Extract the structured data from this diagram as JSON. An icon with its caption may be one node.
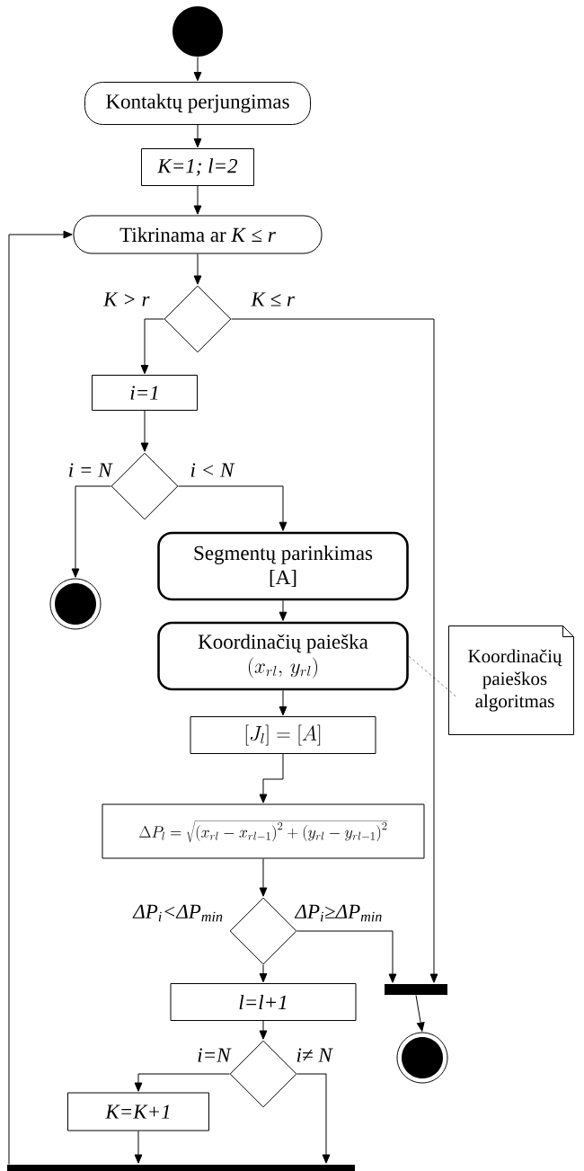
{
  "diagram": {
    "nodes": [
      {
        "text": [],
        "shape": "circle"
      },
      {
        "text": [
          "Kontaktų perjungimas"
        ]
      },
      {
        "text": [
          "K=1; l=2"
        ]
      },
      {
        "text": [
          "Tikrinama ar *K* ≤ *r*"
        ]
      },
      {
        "text": [],
        "shape": "diamond"
      },
      {
        "text": [
          "i=1"
        ]
      },
      {
        "text": [],
        "shape": "diamond"
      },
      {
        "text": [],
        "shape": "circle"
      },
      {
        "text": [
          "Segmentų parinkimas",
          "[A]"
        ]
      },
      {
        "text": [
          "Koordinačių paieška",
          "(x_{rl},\\, y_{rl})"
        ]
      },
      {
        "text": [
          "\\left[J_l\\right]=\\left[A\\right]"
        ]
      },
      {
        "text": [
          "\\Delta P_l=\\sqrt{\\left(x_{rl}-x_{rl-1}\\right)^2+\\left(y_{rl}-y_{rl-1}\\right)^2}"
        ]
      },
      {
        "text": [],
        "shape": "diamond"
      },
      {
        "text": [
          "l=l+1"
        ]
      },
      {
        "text": [],
        "shape": "diamond"
      },
      {
        "text": [
          "K=K+1"
        ]
      },
      {
        "text": [],
        "shape": "bar"
      },
      {
        "text": [],
        "shape": "bar"
      },
      {
        "text": [],
        "shape": "circle"
      },
      {
        "text": [
          "Koordinačių paieškos algoritmas"
        ]
      }
    ],
    "edges": [
      {
        "from": 0,
        "to": 1,
        "arrow": "to"
      },
      {
        "from": 1,
        "to": 2,
        "arrow": "to"
      },
      {
        "from": 2,
        "to": 3,
        "arrow": "to"
      },
      {
        "from": 3,
        "to": 4,
        "arrow": "to"
      },
      {
        "from": 4,
        "to": 5,
        "arrow": "to",
        "label": "K > r"
      },
      {
        "from": 4,
        "to": 17,
        "arrow": "to",
        "label": "K ≤ r"
      },
      {
        "from": 5,
        "to": 6,
        "arrow": "to"
      },
      {
        "from": 6,
        "to": 7,
        "arrow": "to",
        "label": "i = N"
      },
      {
        "from": 6,
        "to": 8,
        "arrow": "to",
        "label": "i < N"
      },
      {
        "from": 8,
        "to": 9,
        "arrow": "to"
      },
      {
        "from": 9,
        "to": 10,
        "arrow": "to"
      },
      {
        "from": 10,
        "to": 11,
        "arrow": "to"
      },
      {
        "from": 11,
        "to": 12,
        "arrow": "to"
      },
      {
        "from": 12,
        "to": 13,
        "arrow": "to",
        "label": "ΔP$_{i}$<ΔP$_{min}$"
      },
      {
        "from": 12,
        "to": 17,
        "arrow": "to",
        "label": "ΔP$_{i}$≥ΔP$_{min}$"
      },
      {
        "from": 13,
        "to": 14,
        "arrow": "to"
      },
      {
        "from": 14,
        "to": 15,
        "arrow": "to",
        "label": "i=N"
      },
      {
        "from": 14,
        "to": 16,
        "arrow": "to",
        "label": "i≠ N"
      },
      {
        "from": 15,
        "to": 16,
        "arrow": "to"
      },
      {
        "from": 16,
        "to": 3,
        "arrow": "to"
      },
      {
        "from": 17,
        "to": 18,
        "arrow": "to"
      },
      {
        "from": 9,
        "to": 19,
        "arrow": "none",
        "style": "dashed"
      }
    ]
  }
}
